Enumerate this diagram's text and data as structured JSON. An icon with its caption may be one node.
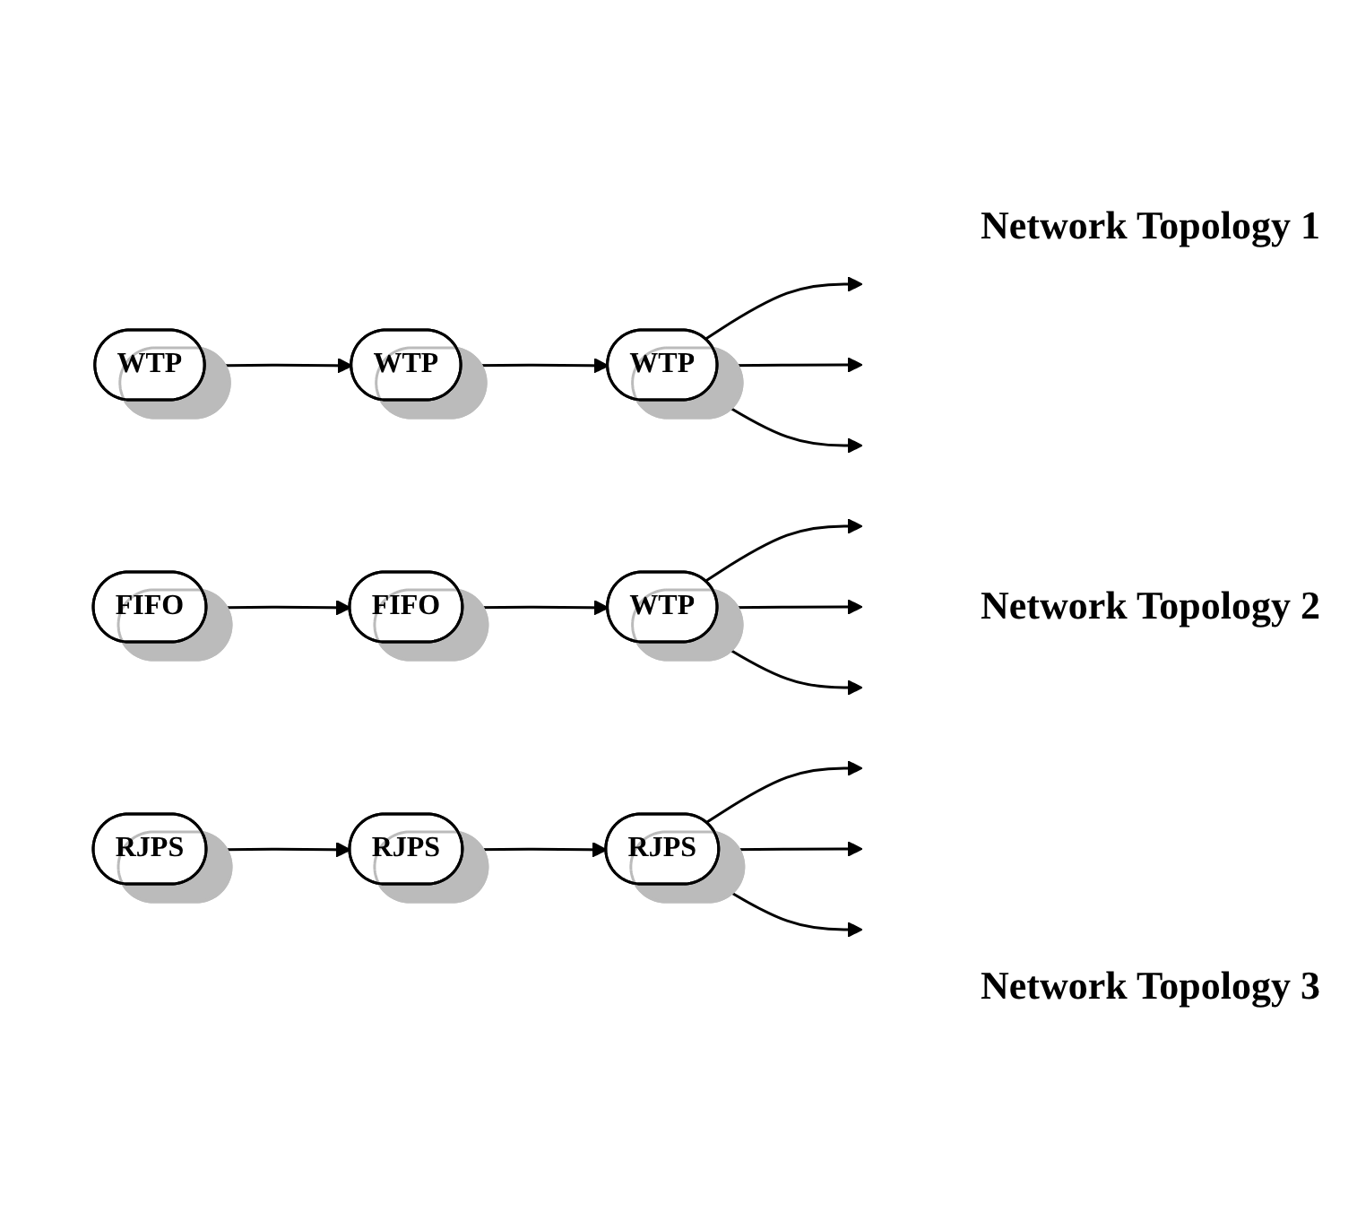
{
  "diagram": {
    "nodes": [
      {
        "text": [
          "WTP"
        ]
      },
      {
        "text": [
          "WTP"
        ]
      },
      {
        "text": [
          "WTP"
        ]
      },
      {
        "text": [
          "FIFO"
        ]
      },
      {
        "text": [
          "FIFO"
        ]
      },
      {
        "text": [
          "WTP"
        ]
      },
      {
        "text": [
          "RJPS"
        ]
      },
      {
        "text": [
          "RJPS"
        ]
      },
      {
        "text": [
          "RJPS"
        ]
      }
    ],
    "edges": [
      {
        "from": 0,
        "to": 1,
        "arrow": "to"
      },
      {
        "from": 1,
        "to": 2,
        "arrow": "to"
      },
      {
        "from": 2,
        "to": null,
        "arrow": "to"
      },
      {
        "from": 2,
        "to": null,
        "arrow": "to"
      },
      {
        "from": 2,
        "to": null,
        "arrow": "to"
      },
      {
        "from": 3,
        "to": 4,
        "arrow": "to"
      },
      {
        "from": 4,
        "to": 5,
        "arrow": "to"
      },
      {
        "from": 5,
        "to": null,
        "arrow": "to"
      },
      {
        "from": 5,
        "to": null,
        "arrow": "to"
      },
      {
        "from": 5,
        "to": null,
        "arrow": "to"
      },
      {
        "from": 6,
        "to": 7,
        "arrow": "to"
      },
      {
        "from": 7,
        "to": 8,
        "arrow": "to"
      },
      {
        "from": 8,
        "to": null,
        "arrow": "to"
      },
      {
        "from": 8,
        "to": null,
        "arrow": "to"
      },
      {
        "from": 8,
        "to": null,
        "arrow": "to"
      }
    ],
    "labels": [
      "Network Topology 1",
      "Network Topology 2",
      "Network Topology 3"
    ]
  }
}
